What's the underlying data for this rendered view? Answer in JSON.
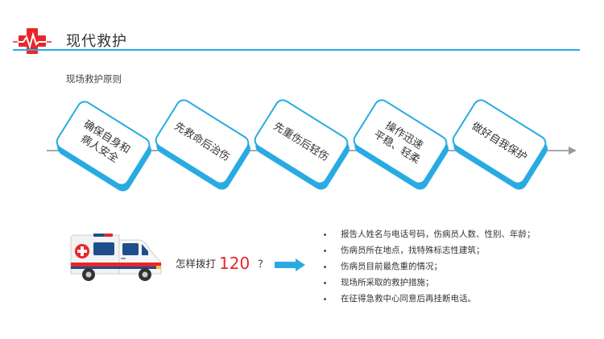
{
  "header": {
    "title": "现代救护"
  },
  "section": {
    "subtitle": "现场救护原则"
  },
  "principles": [
    {
      "label": "确保自身和\n病人安全"
    },
    {
      "label": "先救命后治伤"
    },
    {
      "label": "先重伤后轻伤"
    },
    {
      "label": "操作迅速\n平稳、轻柔"
    },
    {
      "label": "做好自我保护"
    }
  ],
  "call": {
    "prefix": "怎样拨打",
    "number": "120",
    "suffix": "？"
  },
  "tips": [
    "报告人姓名与电话号码，伤病员人数、性别、年龄；",
    "伤病员所在地点，找特殊标志性建筑；",
    "伤病员目前最危重的情况；",
    "现场所采取的救护措施；",
    "在征得急救中心同意后再挂断电话。"
  ],
  "colors": {
    "accent": "#29abe2",
    "cross": "#e8262a",
    "number": "#e8262a"
  },
  "icons": {
    "logo": "medical-cross-icon",
    "vehicle": "ambulance-icon",
    "next": "arrow-right-icon"
  }
}
